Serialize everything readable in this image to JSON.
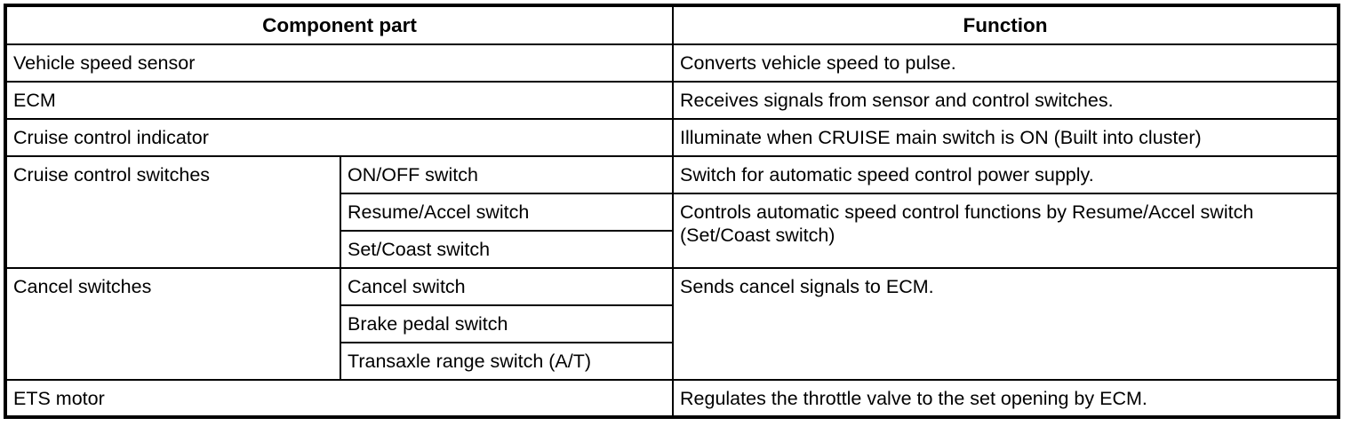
{
  "table": {
    "headers": {
      "component_part": "Component part",
      "function": "Function"
    },
    "rows": [
      {
        "component": "Vehicle speed sensor",
        "sub": null,
        "function": "Converts vehicle speed to pulse."
      },
      {
        "component": "ECM",
        "sub": null,
        "function": "Receives signals from sensor and control switches."
      },
      {
        "component": "Cruise control indicator",
        "sub": null,
        "function": "Illuminate when CRUISE main switch is ON (Built into cluster)"
      },
      {
        "component": "Cruise control switches",
        "sub": "ON/OFF switch",
        "function": "Switch for automatic speed control power supply."
      },
      {
        "component": null,
        "sub": "Resume/Accel switch",
        "function": "Controls automatic speed control functions by Resume/Accel switch (Set/Coast switch)"
      },
      {
        "component": null,
        "sub": "Set/Coast switch",
        "function": null
      },
      {
        "component": "Cancel switches",
        "sub": "Cancel switch",
        "function": "Sends cancel signals to ECM."
      },
      {
        "component": null,
        "sub": "Brake pedal switch",
        "function": null
      },
      {
        "component": null,
        "sub": "Transaxle range switch (A/T)",
        "function": null
      },
      {
        "component": "ETS motor",
        "sub": null,
        "function": "Regulates the throttle valve to the set opening by ECM."
      }
    ]
  },
  "colors": {
    "border": "#000000",
    "text": "#000000",
    "background": "#ffffff"
  }
}
